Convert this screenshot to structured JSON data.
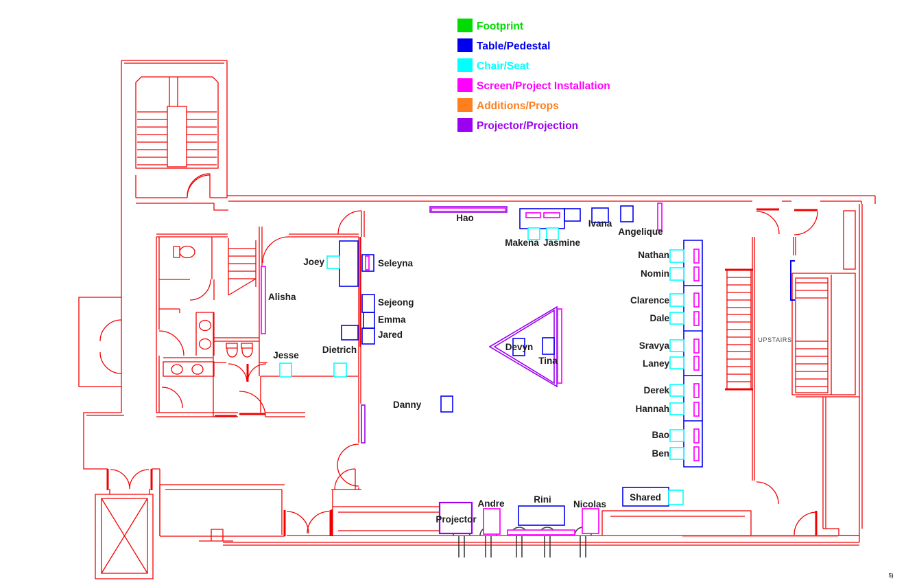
{
  "palette": {
    "wall": "#f20000",
    "wall_highlight": "#f6a6a6",
    "column": "#3d3d3d",
    "footprint": "#00dc00",
    "table_pedestal": "#0000ee",
    "chair_seat": "#00ffff",
    "screen_installation": "#ff00ff",
    "additions_props": "#ff7f1e",
    "projector_projection": "#9c00f0",
    "label_text": "#1c1c1c",
    "muted_text": "#4c4c4c"
  },
  "legend": {
    "items": [
      {
        "label": "Footprint"
      },
      {
        "label": "Table/Pedestal"
      },
      {
        "label": "Chair/Seat"
      },
      {
        "label": "Screen/Project Installation"
      },
      {
        "label": "Additions/Props"
      },
      {
        "label": "Projector/Projection"
      }
    ]
  },
  "people": {
    "hao": "Hao",
    "makena": "Makena",
    "jasmine": "Jasmine",
    "ivana": "Ivana",
    "angelique": "Angelique",
    "nathan": "Nathan",
    "nomin": "Nomin",
    "clarence": "Clarence",
    "dale": "Dale",
    "sravya": "Sravya",
    "laney": "Laney",
    "derek": "Derek",
    "hannah": "Hannah",
    "bao": "Bao",
    "ben": "Ben",
    "joey": "Joey",
    "seleyna": "Seleyna",
    "alisha": "Alisha",
    "sejeong": "Sejeong",
    "emma": "Emma",
    "jared": "Jared",
    "jesse": "Jesse",
    "dietrich": "Dietrich",
    "danny": "Danny",
    "devyn": "Devyn",
    "tina": "Tina",
    "andre": "Andre",
    "rini": "Rini",
    "nicolas": "Nicolas"
  },
  "areas": {
    "shared": "Shared",
    "projector": "Projector",
    "upstairs": "UPSTAIRS"
  },
  "page_note": "5)"
}
